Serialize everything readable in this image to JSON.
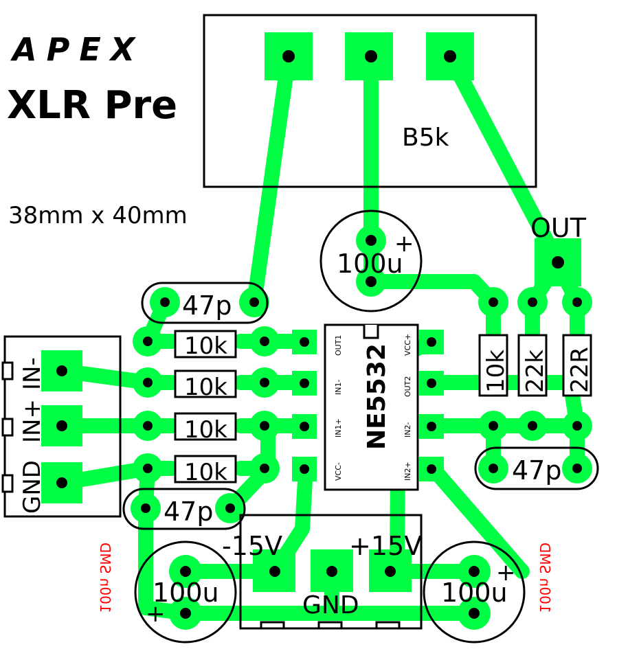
{
  "brand": {
    "logo": "APEX",
    "title": "XLR Pre",
    "dimensions": "38mm x 40mm"
  },
  "pot": {
    "value": "B5k"
  },
  "output": {
    "label": "OUT"
  },
  "ic": {
    "part": "NE5532",
    "pins_left": [
      "OUT1",
      "IN1-",
      "IN1+",
      "VCC-"
    ],
    "pins_right": [
      "VCC+",
      "OUT2",
      "IN2-",
      "IN2+"
    ]
  },
  "resistors": {
    "input": [
      "10k",
      "10k",
      "10k",
      "10k"
    ],
    "feedback": "10k",
    "out_a": "22k",
    "out_b": "22R"
  },
  "caps": {
    "top_left": "47p",
    "mid_left": "47p",
    "right": "47p",
    "elec_top": "100u",
    "elec_left": "100u",
    "elec_right": "100u",
    "plus": "+"
  },
  "connector": {
    "labels": [
      "IN-",
      "IN+",
      "GND"
    ]
  },
  "power": {
    "neg": "-15V",
    "pos": "+15V",
    "gnd": "GND"
  },
  "smd_note": "100n SMD",
  "colors": {
    "copper": "#00ff44",
    "silk": "#000000",
    "smd_text": "#ff0000"
  }
}
